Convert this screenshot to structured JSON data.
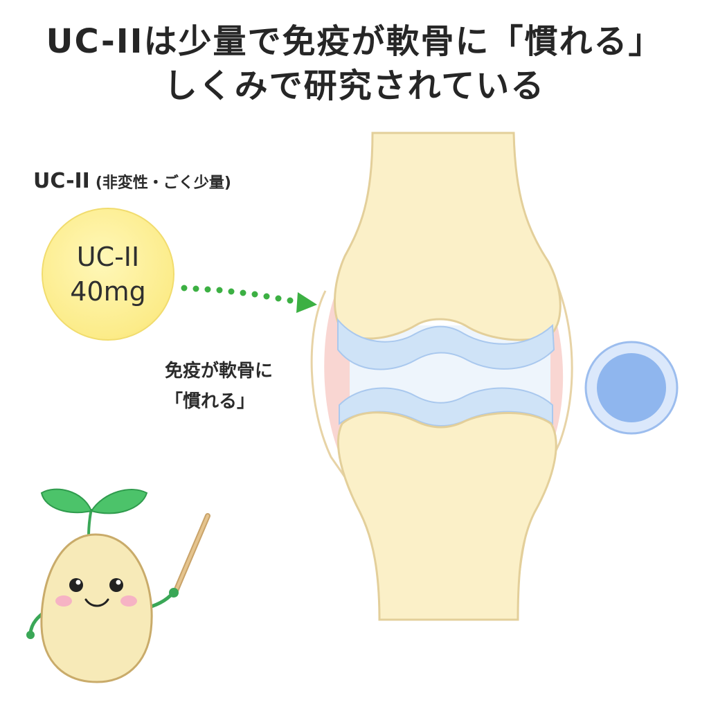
{
  "title": {
    "line1": "UC-IIは少量で免疫が軟骨に「慣れる」",
    "line2": "しくみで研究されている"
  },
  "ingredient_label": {
    "name": "UC-II",
    "note": "(非変性・ごく少量)"
  },
  "dose": {
    "name": "UC-II",
    "amount": "40mg"
  },
  "joint_note": {
    "line1": "免疫が軟骨に",
    "line2": "「慣れる」"
  },
  "colors": {
    "dose_fill": "#fcec8a",
    "bone": "#fbf0c8",
    "cartilage": "#cfe3f7",
    "synovium": "#f9d6d2",
    "immune_cell": "#8fb6ee",
    "arrow": "#3cb043",
    "leaf": "#4cc36a"
  },
  "icons": [
    "immune-cell-icon",
    "sprout-mascot-icon",
    "pointer-stick-icon",
    "dotted-arrow-icon"
  ]
}
